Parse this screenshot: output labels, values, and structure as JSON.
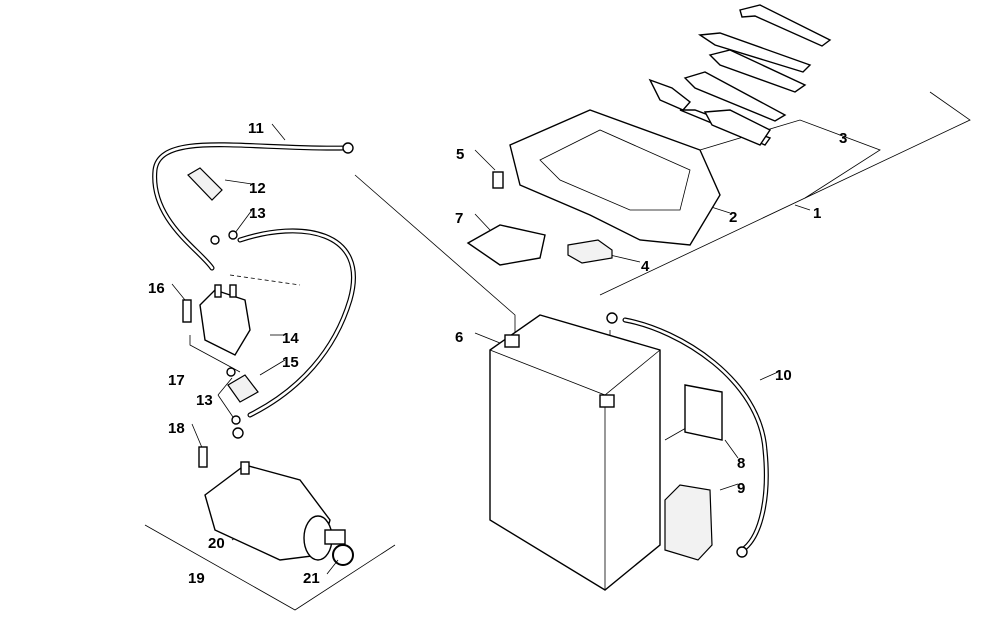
{
  "diagram": {
    "type": "exploded parts diagram",
    "callouts": [
      {
        "id": "1",
        "text": "1"
      },
      {
        "id": "2",
        "text": "2"
      },
      {
        "id": "3",
        "text": "3"
      },
      {
        "id": "4",
        "text": "4"
      },
      {
        "id": "5",
        "text": "5"
      },
      {
        "id": "6",
        "text": "6"
      },
      {
        "id": "7",
        "text": "7"
      },
      {
        "id": "8",
        "text": "8"
      },
      {
        "id": "9",
        "text": "9"
      },
      {
        "id": "10",
        "text": "10"
      },
      {
        "id": "11",
        "text": "11"
      },
      {
        "id": "12",
        "text": "12"
      },
      {
        "id": "13",
        "text": "13"
      },
      {
        "id": "13b",
        "text": "13"
      },
      {
        "id": "14",
        "text": "14"
      },
      {
        "id": "15",
        "text": "15"
      },
      {
        "id": "16",
        "text": "16"
      },
      {
        "id": "17",
        "text": "17"
      },
      {
        "id": "18",
        "text": "18"
      },
      {
        "id": "19",
        "text": "19"
      },
      {
        "id": "20",
        "text": "20"
      },
      {
        "id": "21",
        "text": "21"
      }
    ]
  }
}
